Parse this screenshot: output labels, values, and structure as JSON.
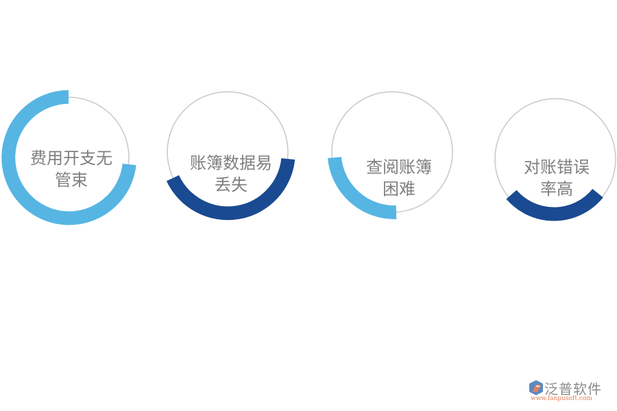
{
  "colors": {
    "light_blue": "#56b5e3",
    "dark_blue": "#1a4a91",
    "ring_gray": "#c8c8c8",
    "text_gray": "#7f7f7f",
    "logo_gray": "#8a8a8a",
    "logo_orange": "#e0825b",
    "logo_blue": "#5a8ac0"
  },
  "items": [
    {
      "line1": "费用开支无",
      "line2": "管束",
      "accent": "light_blue",
      "arc_start_deg": 93,
      "arc_end_deg": 360
    },
    {
      "line1": "账簿数据易",
      "line2": "丢失",
      "accent": "dark_blue",
      "arc_start_deg": 93,
      "arc_end_deg": 247
    },
    {
      "line1": "查阅账簿",
      "line2": "困难",
      "accent": "light_blue",
      "arc_start_deg": 180,
      "arc_end_deg": 272
    },
    {
      "line1": "对账错误",
      "line2": "率高",
      "accent": "dark_blue",
      "arc_start_deg": 130,
      "arc_end_deg": 232
    }
  ],
  "logo": {
    "name": "泛普软件",
    "url": "www.fanpusoft.com"
  }
}
